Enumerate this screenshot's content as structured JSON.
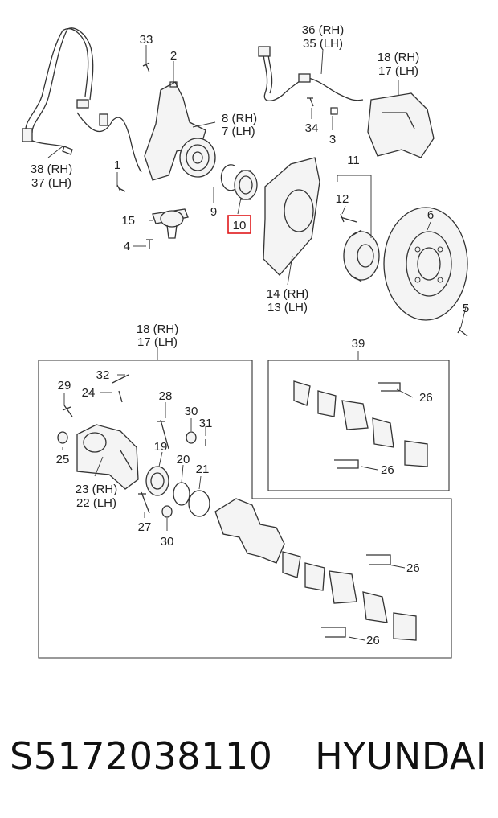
{
  "diagram": {
    "callouts": {
      "c1": "1",
      "c2": "2",
      "c3": "3",
      "c4": "4",
      "c5": "5",
      "c6": "6",
      "c7": "7 (LH)",
      "c8": "8 (RH)",
      "c9": "9",
      "c10": "10",
      "c11": "11",
      "c12": "12",
      "c13": "13 (LH)",
      "c14": "14 (RH)",
      "c15": "15",
      "c17": "17 (LH)",
      "c18": "18 (RH)",
      "c17b": "17 (LH)",
      "c18b": "18 (RH)",
      "c19": "19",
      "c20": "20",
      "c21": "21",
      "c22": "22 (LH)",
      "c23": "23 (RH)",
      "c24": "24",
      "c25": "25",
      "c26a": "26",
      "c26b": "26",
      "c26c": "26",
      "c26d": "26",
      "c27": "27",
      "c28": "28",
      "c29": "29",
      "c30a": "30",
      "c30b": "30",
      "c31": "31",
      "c32": "32",
      "c33": "33",
      "c34": "34",
      "c35": "35 (LH)",
      "c36": "36 (RH)",
      "c37": "37 (LH)",
      "c38": "38 (RH)",
      "c39": "39"
    },
    "highlight_color": "#e0181b"
  },
  "footer": {
    "part_number": "S5172038110",
    "brand": "HYUNDAI"
  }
}
